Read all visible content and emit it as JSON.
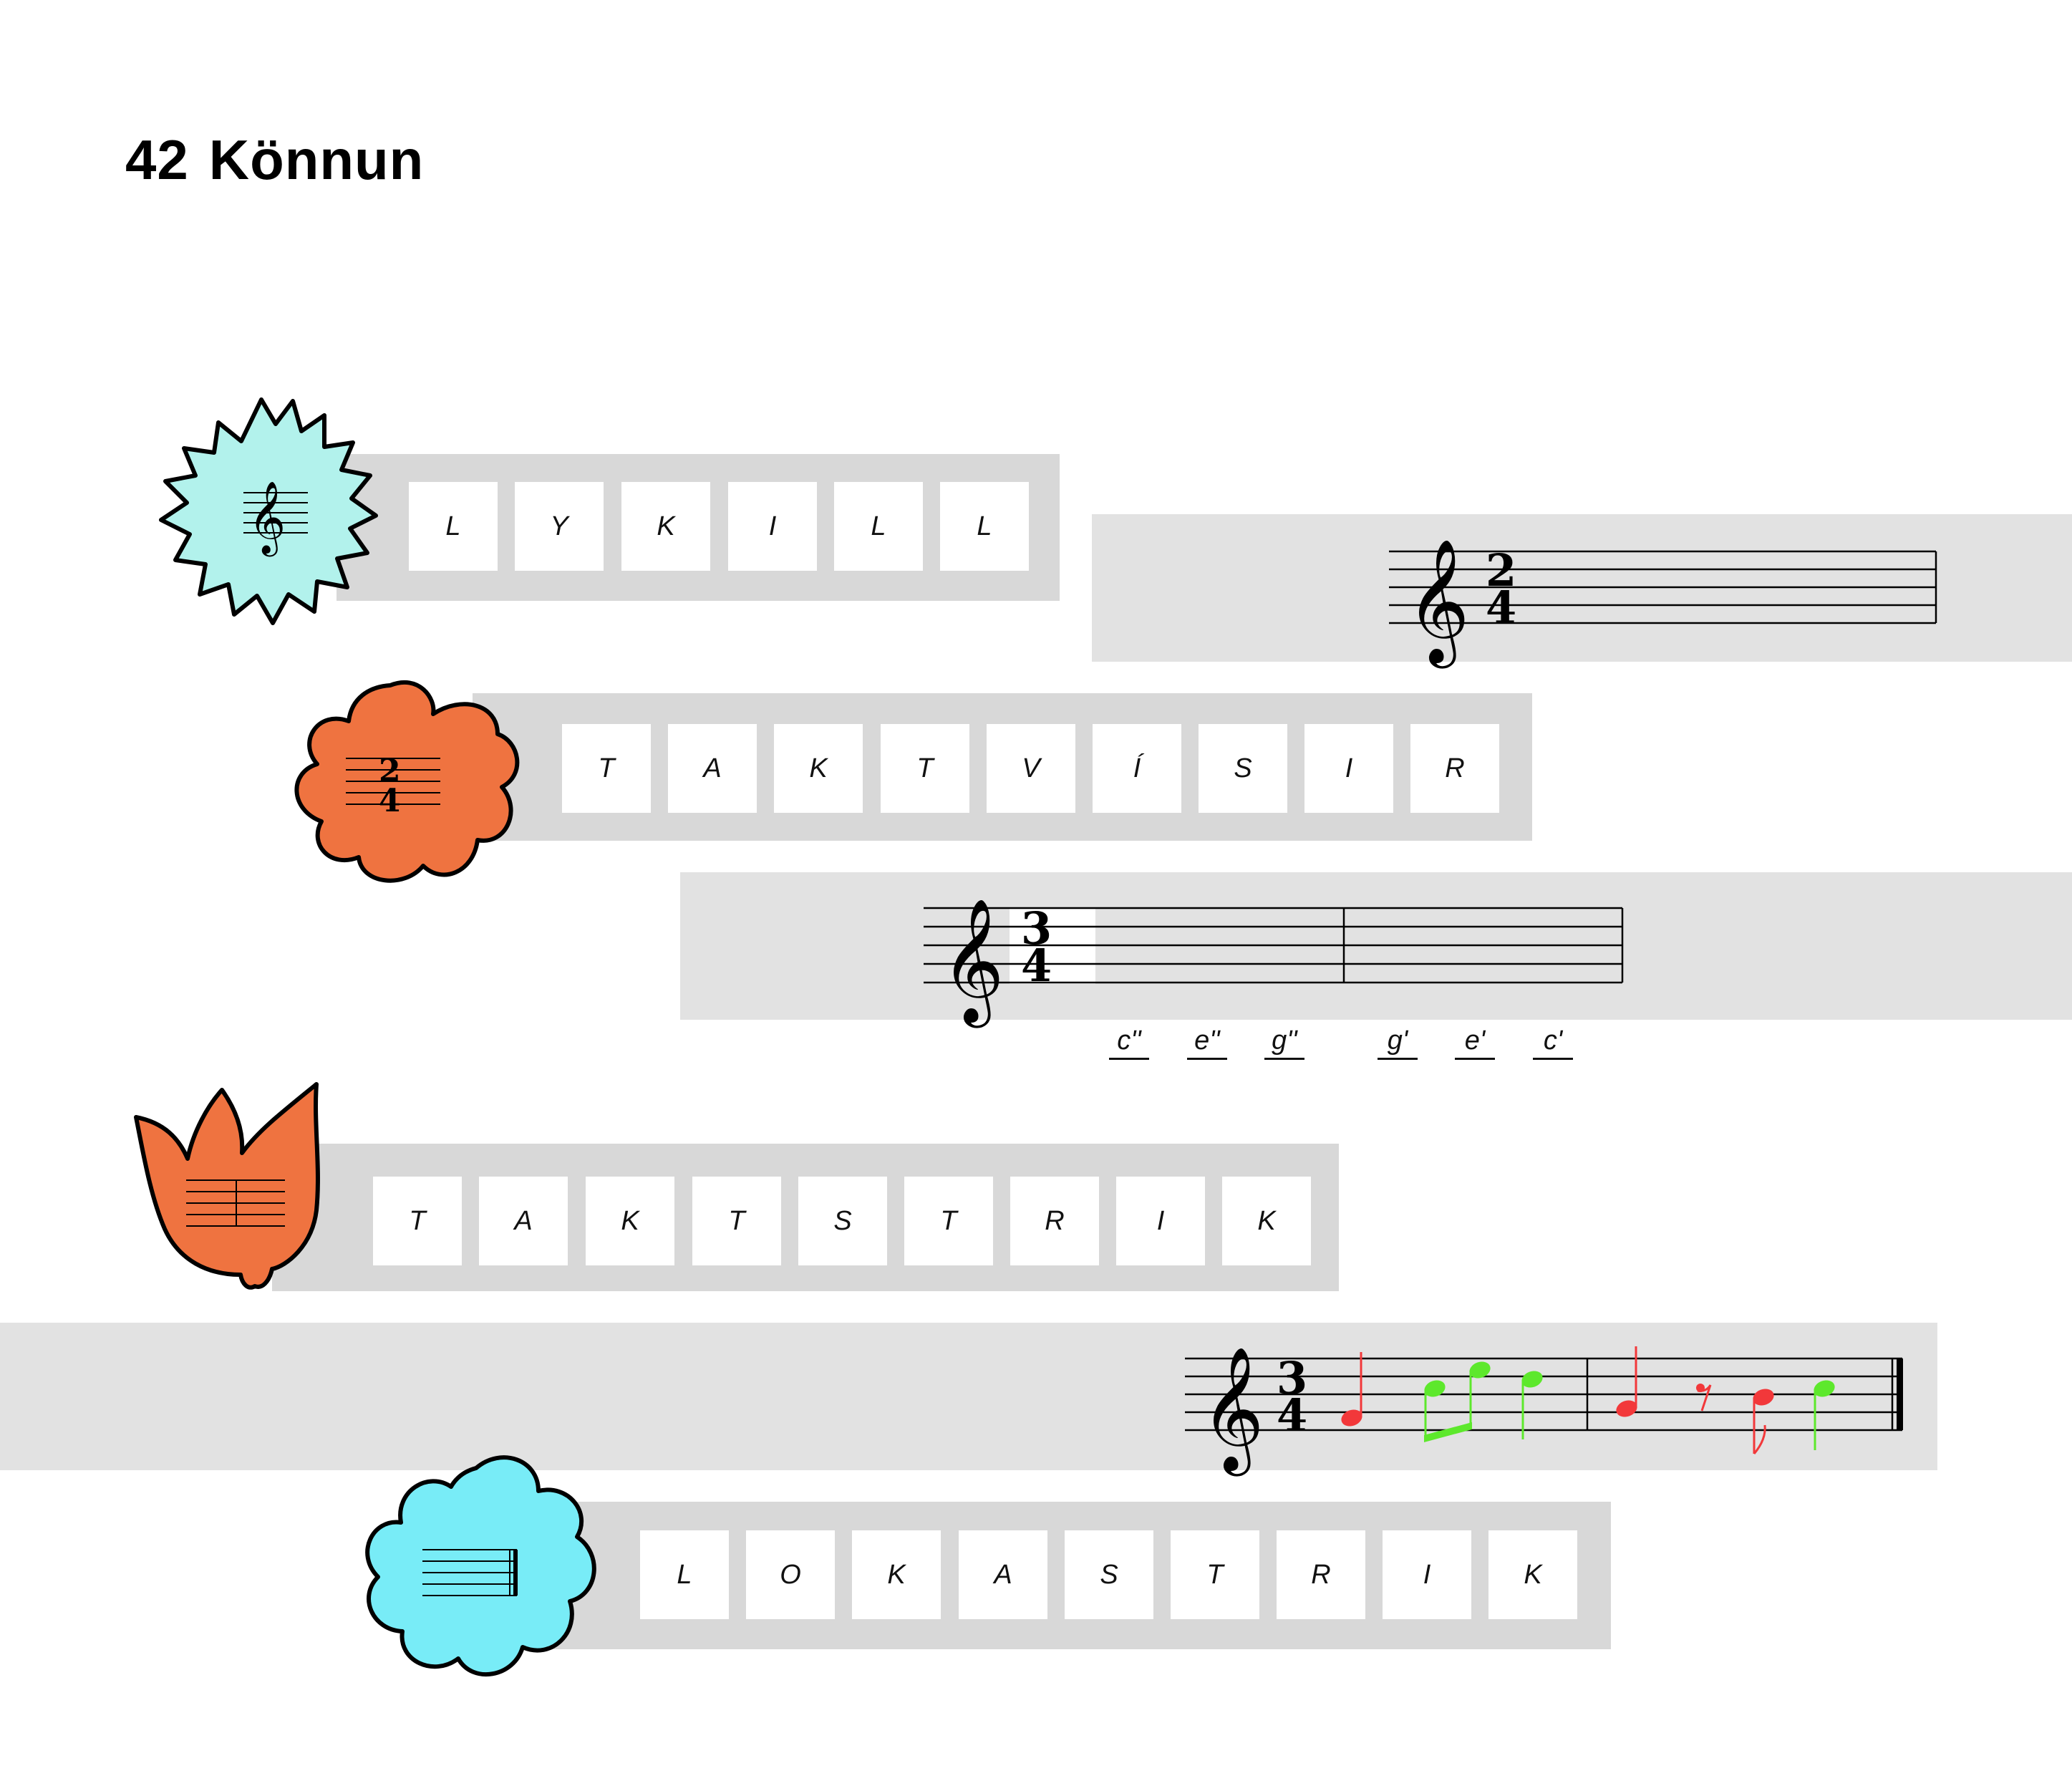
{
  "header": {
    "page_number": "42",
    "title": "Könnun"
  },
  "exercises": [
    {
      "letters": [
        "L",
        "Y",
        "K",
        "I",
        "L",
        "L"
      ],
      "flower_color": "#b2f2ec",
      "flower_icon": "treble-clef"
    },
    {
      "letters": [
        "T",
        "A",
        "K",
        "T",
        "V",
        "Í",
        "S",
        "I",
        "R"
      ],
      "flower_color": "#ef7340",
      "flower_icon": "time-signature-2-4"
    },
    {
      "letters": [
        "T",
        "A",
        "K",
        "T",
        "S",
        "T",
        "R",
        "I",
        "K"
      ],
      "flower_color": "#ef7340",
      "flower_icon": "barline-staff"
    },
    {
      "letters": [
        "L",
        "O",
        "K",
        "A",
        "S",
        "T",
        "R",
        "I",
        "K"
      ],
      "flower_color": "#78ecf7",
      "flower_icon": "final-barline-staff"
    }
  ],
  "staff1": {
    "time_top": "2",
    "time_bottom": "4"
  },
  "staff2": {
    "time_top": "3",
    "time_bottom": "4",
    "note_labels": [
      "c''",
      "e''",
      "g''",
      "g'",
      "e'",
      "c'"
    ]
  },
  "staff3": {
    "time_top": "3",
    "time_bottom": "4"
  },
  "colors": {
    "band": "#e2e2e2",
    "band_dark": "#d7d7d7",
    "red_note": "#f2383a",
    "green_note": "#5de82c"
  }
}
